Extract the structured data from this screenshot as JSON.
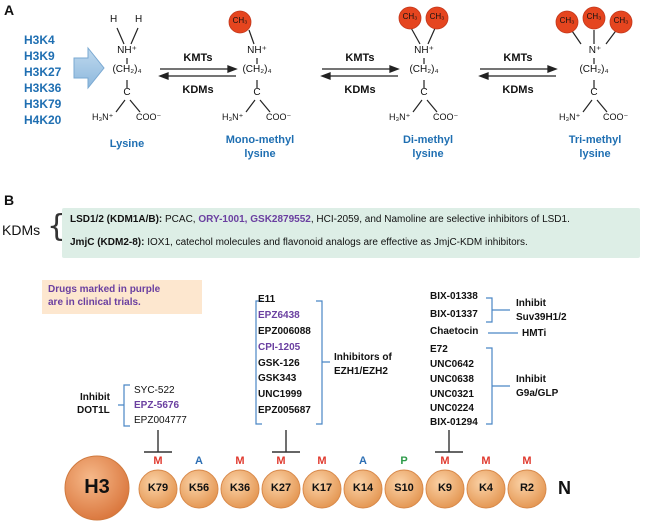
{
  "panel_a": {
    "label": "A",
    "residues": [
      "H3K4",
      "H3K9",
      "H3K27",
      "H3K36",
      "H3K79",
      "H4K20"
    ],
    "structure": {
      "h": "H",
      "nh_plus": "NH⁺",
      "n_plus": "N⁺",
      "chain": "(CH₂)₄",
      "c": "C",
      "h3n_plus": "H₃N⁺",
      "coo_minus": "COO⁻",
      "ch3": "CH₃"
    },
    "forms": [
      {
        "name_line1": "Lysine",
        "name_line2": ""
      },
      {
        "name_line1": "Mono-methyl",
        "name_line2": "lysine"
      },
      {
        "name_line1": "Di-methyl",
        "name_line2": "lysine"
      },
      {
        "name_line1": "Tri-methyl",
        "name_line2": "lysine"
      }
    ],
    "forward_enzyme": "KMTs",
    "reverse_enzyme": "KDMs"
  },
  "panel_b": {
    "label": "B",
    "kdms_label": "KDMs",
    "lsd": {
      "title": "LSD1/2 (KDM1A/B):",
      "text_pre": " PCAC, ",
      "clinical": "ORY-1001, GSK2879552",
      "text_post": ", HCI-2059, and Namoline are selective inhibitors of LSD1."
    },
    "jmjc": {
      "title": "JmjC (KDM2-8):",
      "text": " IOX1, catechol molecules and flavonoid analogs are effective as JmjC-KDM inhibitors."
    },
    "note_line1": "Drugs marked in purple",
    "note_line2": "are in clinical trials.",
    "dot1l": {
      "label_line1": "Inhibit",
      "label_line2": "DOT1L",
      "drugs": [
        {
          "name": "SYC-522",
          "clinical": false
        },
        {
          "name": "EPZ-5676",
          "clinical": true
        },
        {
          "name": "EPZ004777",
          "clinical": false
        }
      ]
    },
    "ezh": {
      "label_line1": "Inhibitors of",
      "label_line2": "EZH1/EZH2",
      "drugs": [
        {
          "name": "E11",
          "clinical": false
        },
        {
          "name": "EPZ6438",
          "clinical": true
        },
        {
          "name": "EPZ006088",
          "clinical": false
        },
        {
          "name": "CPI-1205",
          "clinical": true
        },
        {
          "name": "GSK-126",
          "clinical": false
        },
        {
          "name": "GSK343",
          "clinical": false
        },
        {
          "name": "UNC1999",
          "clinical": false
        },
        {
          "name": "EPZ005687",
          "clinical": false
        }
      ]
    },
    "suv": {
      "label_line1": "Inhibit",
      "label_line2": "Suv39H1/2",
      "drugs": [
        "BIX-01338",
        "BIX-01337"
      ]
    },
    "hmti": {
      "drug": "Chaetocin",
      "label": "HMTi"
    },
    "g9a": {
      "label_line1": "Inhibit",
      "label_line2": "G9a/GLP",
      "drugs": [
        "E72",
        "UNC0642",
        "UNC0638",
        "UNC0321",
        "UNC0224",
        "BIX-01294"
      ]
    },
    "histone": "H3",
    "terminus": "N",
    "residues": [
      {
        "name": "K79",
        "mod": "M",
        "color": "#e03a2f"
      },
      {
        "name": "K56",
        "mod": "A",
        "color": "#2d6fb4"
      },
      {
        "name": "K36",
        "mod": "M",
        "color": "#e03a2f"
      },
      {
        "name": "K27",
        "mod": "M",
        "color": "#e03a2f"
      },
      {
        "name": "K17",
        "mod": "M",
        "color": "#e03a2f"
      },
      {
        "name": "K14",
        "mod": "A",
        "color": "#2d6fb4"
      },
      {
        "name": "S10",
        "mod": "P",
        "color": "#2e9b4a"
      },
      {
        "name": "K9",
        "mod": "M",
        "color": "#e03a2f"
      },
      {
        "name": "K4",
        "mod": "M",
        "color": "#e03a2f"
      },
      {
        "name": "R2",
        "mod": "M",
        "color": "#e03a2f"
      }
    ]
  },
  "colors": {
    "blue_text": "#1f6fb2",
    "purple_text": "#6a3fa0",
    "methyl_red": "#e0401f",
    "bead_fill": "#f0b27a",
    "bracket_blue": "#4a86c5"
  }
}
